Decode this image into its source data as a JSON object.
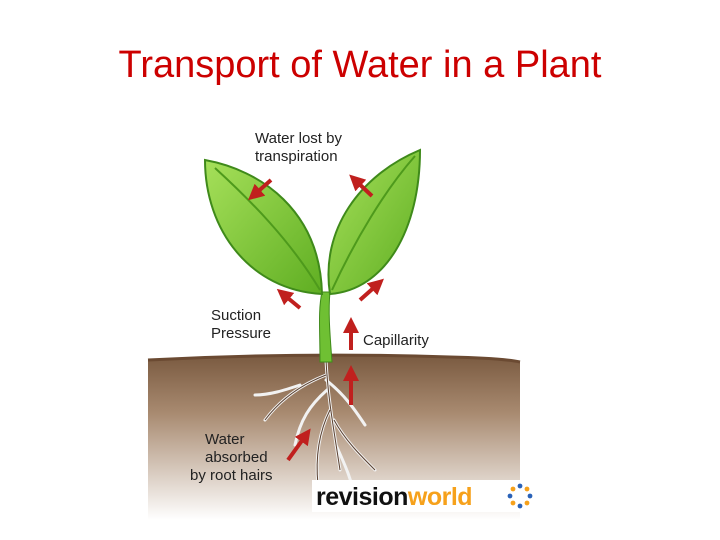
{
  "title": "Transport of Water in a Plant",
  "labels": {
    "transpiration_line1": "Water lost by",
    "transpiration_line2": "transpiration",
    "suction_line1": "Suction",
    "suction_line2": "Pressure",
    "capillarity": "Capillarity",
    "roots_line1": "Water",
    "roots_line2": "absorbed",
    "roots_line3": "by root hairs"
  },
  "logo": {
    "part1": "revision",
    "part2": "world"
  },
  "colors": {
    "title": "#cc0000",
    "arrow": "#c0201e",
    "leaf": "#7fc832",
    "leaf_dark": "#4e9a1c",
    "soil": "#8b6b4f",
    "logo_part2": "#f6a11b"
  }
}
